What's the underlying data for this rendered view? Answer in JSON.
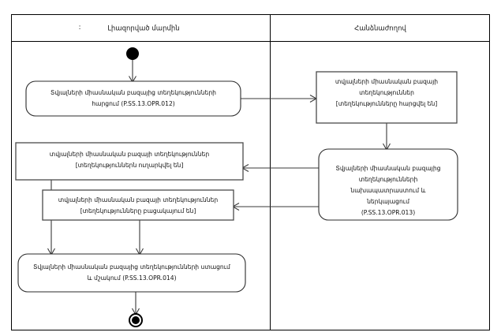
{
  "diagram": {
    "type": "uml-activity-diagram",
    "lanes": [
      {
        "id": "lane-left",
        "colon": ":",
        "title": "Լիազորված մարմին"
      },
      {
        "id": "lane-right",
        "colon": "",
        "title": "Հանձնաժողով"
      }
    ],
    "nodes": [
      {
        "id": "initial",
        "kind": "initial-node",
        "lane": "lane-left"
      },
      {
        "id": "action-012",
        "kind": "action",
        "lane": "lane-left",
        "line1": "Տվյալների միասնական բազայից տեղեկությունների",
        "line2": "հարցում (P.SS.13.OPR.012)",
        "line3": "",
        "line4": "",
        "line5": ""
      },
      {
        "id": "object-requested",
        "kind": "object",
        "lane": "lane-right",
        "line1": "տվյալների միասնական բազայի",
        "line2": "տեղեկություններ",
        "line3": "[տեղեկությունները հարցվել են]",
        "line4": "",
        "line5": ""
      },
      {
        "id": "object-sent",
        "kind": "object",
        "lane": "lane-left",
        "line1": "տվյալների միասնական բազայի տեղեկություններ",
        "line2": "[տեղեկություններն ուղարկվել են]",
        "line3": "",
        "line4": "",
        "line5": ""
      },
      {
        "id": "action-013",
        "kind": "action",
        "lane": "lane-right",
        "line1": "Տվյալների միասնական բազայից",
        "line2": "տեղեկությունների",
        "line3": "նախապատրաստում և",
        "line4": "ներկայացում",
        "line5": "(P.SS.13.OPR.013)"
      },
      {
        "id": "object-absent",
        "kind": "object",
        "lane": "lane-left",
        "line1": "տվյալների միասնական բազայի տեղեկություններ",
        "line2": "[տեղեկությունները բացակայում են]",
        "line3": "",
        "line4": "",
        "line5": ""
      },
      {
        "id": "action-014",
        "kind": "action",
        "lane": "lane-left",
        "line1": "Տվյալների միասնական բազայից տեղեկությունների ստացում",
        "line2": "և մշակում (P.SS.13.OPR.014)",
        "line3": "",
        "line4": "",
        "line5": ""
      },
      {
        "id": "final",
        "kind": "final-node",
        "lane": "lane-left"
      }
    ],
    "edges": [
      {
        "id": "edge-initial-to-012",
        "from": "initial",
        "to": "action-012"
      },
      {
        "id": "edge-012-to-requested",
        "from": "action-012",
        "to": "object-requested"
      },
      {
        "id": "edge-requested-to-013",
        "from": "object-requested",
        "to": "action-013"
      },
      {
        "id": "edge-013-to-sent",
        "from": "action-013",
        "to": "object-sent"
      },
      {
        "id": "edge-013-to-absent",
        "from": "action-013",
        "to": "object-absent"
      },
      {
        "id": "edge-sent-to-014",
        "from": "object-sent",
        "to": "action-014"
      },
      {
        "id": "edge-absent-to-014",
        "from": "object-absent",
        "to": "action-014"
      },
      {
        "id": "edge-014-to-final",
        "from": "action-014",
        "to": "final"
      }
    ]
  }
}
